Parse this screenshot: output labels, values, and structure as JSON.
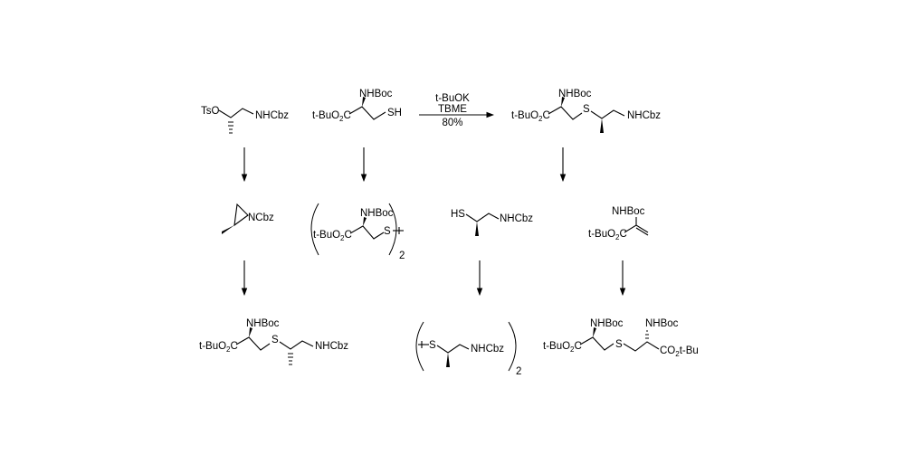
{
  "scheme": {
    "reagent": {
      "line1": "t-BuOK",
      "line2": "TBME",
      "yield": "80%"
    },
    "tosylate": {
      "left": "TsO",
      "right": "NHCbz"
    },
    "cysteine": {
      "top": "NHBoc",
      "ester": "t-BuO2C",
      "thiol": "SH"
    },
    "product_top": {
      "top": "NHBoc",
      "ester": "t-BuO2C",
      "sulfur": "S",
      "right": "NHCbz"
    },
    "aziridine": {
      "label": "NCbz"
    },
    "cystine": {
      "top": "NHBoc",
      "ester": "t-BuO2C",
      "sulfur": "S",
      "count": "2"
    },
    "thiol_amine": {
      "left": "HS",
      "right": "NHCbz"
    },
    "dehydroalanine": {
      "top": "NHBoc",
      "ester": "t-BuO2C"
    },
    "product_bottom_left": {
      "top": "NHBoc",
      "ester": "t-BuO2C",
      "sulfur": "S",
      "right": "NHCbz"
    },
    "disulfide": {
      "sulfur": "S",
      "right": "NHCbz",
      "count": "2"
    },
    "lanthionine": {
      "top_left": "NHBoc",
      "top_right": "NHBoc",
      "ester_left": "t-BuO2C",
      "sulfur": "S",
      "ester_right": "CO2t-Bu"
    }
  }
}
